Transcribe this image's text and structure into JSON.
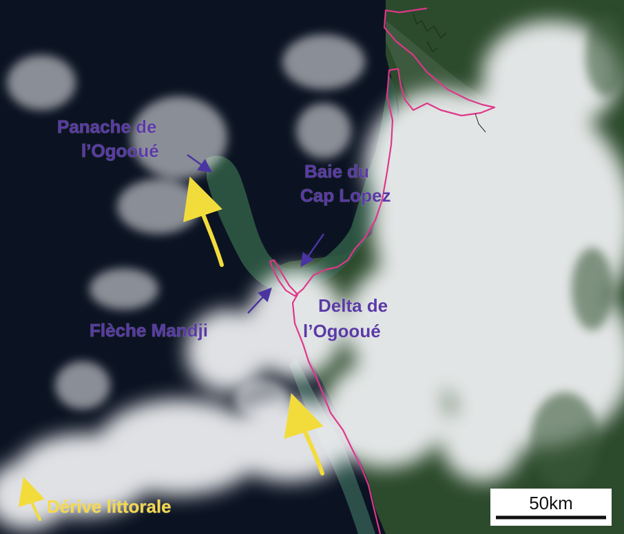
{
  "labels": {
    "panache_line1": "Panache de",
    "panache_line2": "l’Ogooué",
    "baie_line1": "Baie du",
    "baie_line2": "Cap Lopez",
    "fleche": "Flèche Mandji",
    "delta_line1": "Delta de",
    "delta_line2": "l’Ogooué",
    "derive": "Dérive littorale"
  },
  "scale_bar": {
    "label": "50km"
  },
  "colors": {
    "label_text": "#5a3aa6",
    "drift_text": "#f5d84a",
    "arrow_yellow": "#f2dc3c",
    "pointer_purple": "#4a34a0",
    "coastline": "#e0368a",
    "ocean": "#0b1322",
    "plume": "#2f5a44",
    "land": "#2c4a2c"
  }
}
